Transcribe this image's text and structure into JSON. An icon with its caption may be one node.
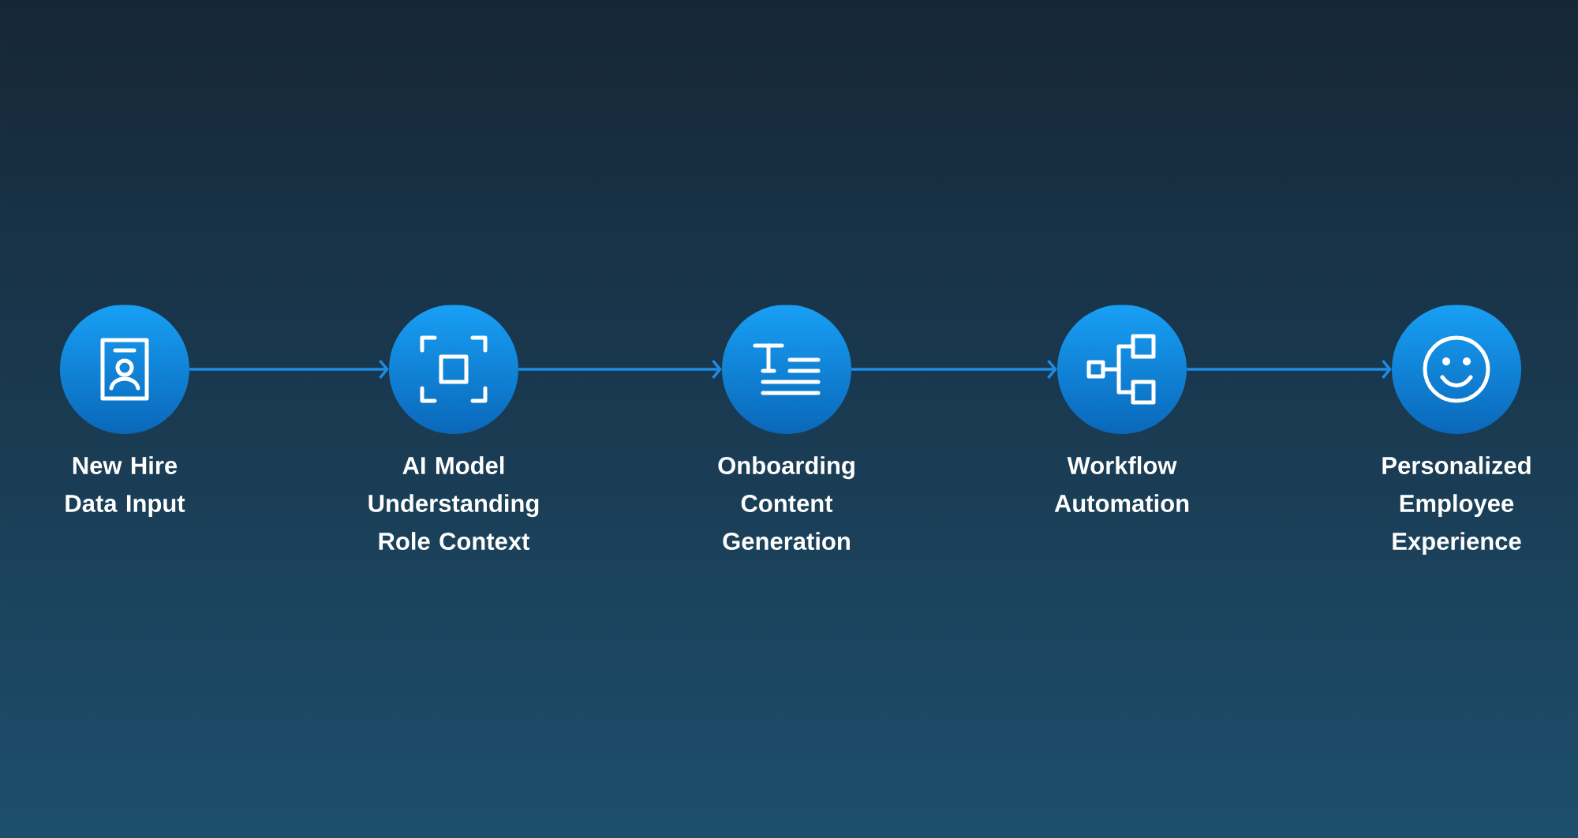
{
  "diagram": {
    "nodes": [
      {
        "text": [
          "New Hire Data Input"
        ]
      },
      {
        "text": [
          "AI Model Understanding Role Context"
        ]
      },
      {
        "text": [
          "Onboarding Content Generation"
        ]
      },
      {
        "text": [
          "Workflow Automation"
        ]
      },
      {
        "text": [
          "Personalized Employee Experience"
        ]
      }
    ],
    "edges": [
      {
        "from": 0,
        "to": 1,
        "arrow": "to"
      },
      {
        "from": 1,
        "to": 2,
        "arrow": "to"
      },
      {
        "from": 2,
        "to": 3,
        "arrow": "to"
      },
      {
        "from": 3,
        "to": 4,
        "arrow": "to"
      }
    ]
  }
}
